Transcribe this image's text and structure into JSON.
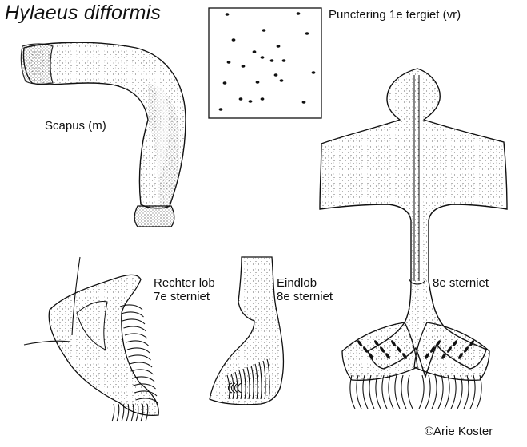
{
  "title": "Hylaeus difformis",
  "labels": {
    "punctering": "Punctering 1e tergiet (vr)",
    "scapus": "Scapus (m)",
    "rechter_lob_line1": "Rechter lob",
    "rechter_lob_line2": "7e sterniet",
    "eindlob_line1": "Eindlob",
    "eindlob_line2": "8e sterniet",
    "sterniet_8": "8e sterniet"
  },
  "credit": "©Arie Koster",
  "colors": {
    "ink": "#111111",
    "paper": "#ffffff",
    "stipple": "#444444"
  }
}
